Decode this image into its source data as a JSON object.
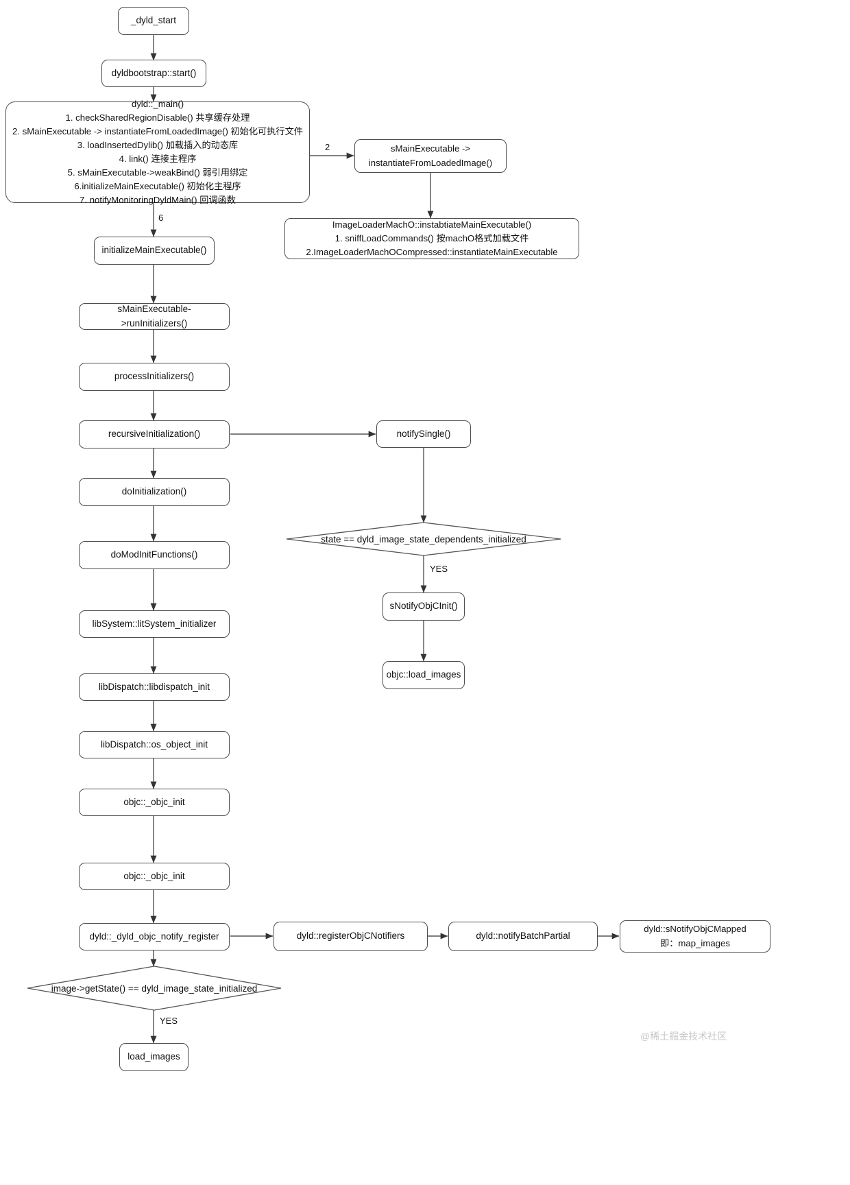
{
  "diagram": {
    "title": "dyld load & initialize flow",
    "watermark": "@稀土掘金技术社区",
    "colors": {
      "stroke": "#4d4d4d",
      "text": "#111111",
      "background": "#ffffff",
      "watermark": "#c8c8c8"
    },
    "nodes": {
      "dyld_start": "_dyld_start",
      "dyldbootstrap_start": "dyldbootstrap::start()",
      "dyld_main": "dyld::_main()\n1. checkSharedRegionDisable() 共享缓存处理\n2. sMainExecutable -> instantiateFromLoadedImage() 初始化可执行文件\n3. loadInsertedDylib() 加载插入的动态库\n4. link() 连接主程序\n5. sMainExecutable->weakBind() 弱引用绑定\n6.initializeMainExecutable() 初始化主程序\n7. notifyMonitoringDyldMain() 回调函数",
      "instantiate_from_loaded_image": "sMainExecutable ->\ninstantiateFromLoadedImage()",
      "imageloader_machO": "ImageLoaderMachO::instabtiateMainExecutable()\n1. sniffLoadCommands() 按machO格式加载文件\n2.ImageLoaderMachOCompressed::instantiateMainExecutable",
      "initialize_main_executable": "initializeMainExecutable()",
      "run_initializers": "sMainExecutable->runInitializers()",
      "process_initializers": "processInitializers()",
      "recursive_initialization": "recursiveInitialization()",
      "notify_single": "notifySingle()",
      "do_initialization": "doInitialization()",
      "do_mod_init_functions": "doModInitFunctions()",
      "libsystem_init": "libSystem::litSystem_initializer",
      "libdispatch_init": "libDispatch::libdispatch_init",
      "os_object_init": "libDispatch::os_object_init",
      "objc_init_1": "objc::_objc_init",
      "objc_init_2": "objc::_objc_init",
      "dyld_objc_notify_register": "dyld::_dyld_objc_notify_register",
      "register_objc_notifiers": "dyld::registerObjCNotifiers",
      "notify_batch_partial": "dyld::notifyBatchPartial",
      "snotify_objc_mapped": "dyld::sNotifyObjCMapped\n即：map_images",
      "snotify_objc_init": "sNotifyObjCInit()",
      "objc_load_images": "objc::load_images",
      "load_images": "load_images"
    },
    "decisions": {
      "state_check": "state == dyld_image_state_dependents_initialized",
      "get_state_check": "image->getState() == dyld_image_state_initialized"
    },
    "edge_labels": {
      "step_two": "2",
      "step_six": "6",
      "yes_upper": "YES",
      "yes_lower": "YES"
    }
  }
}
